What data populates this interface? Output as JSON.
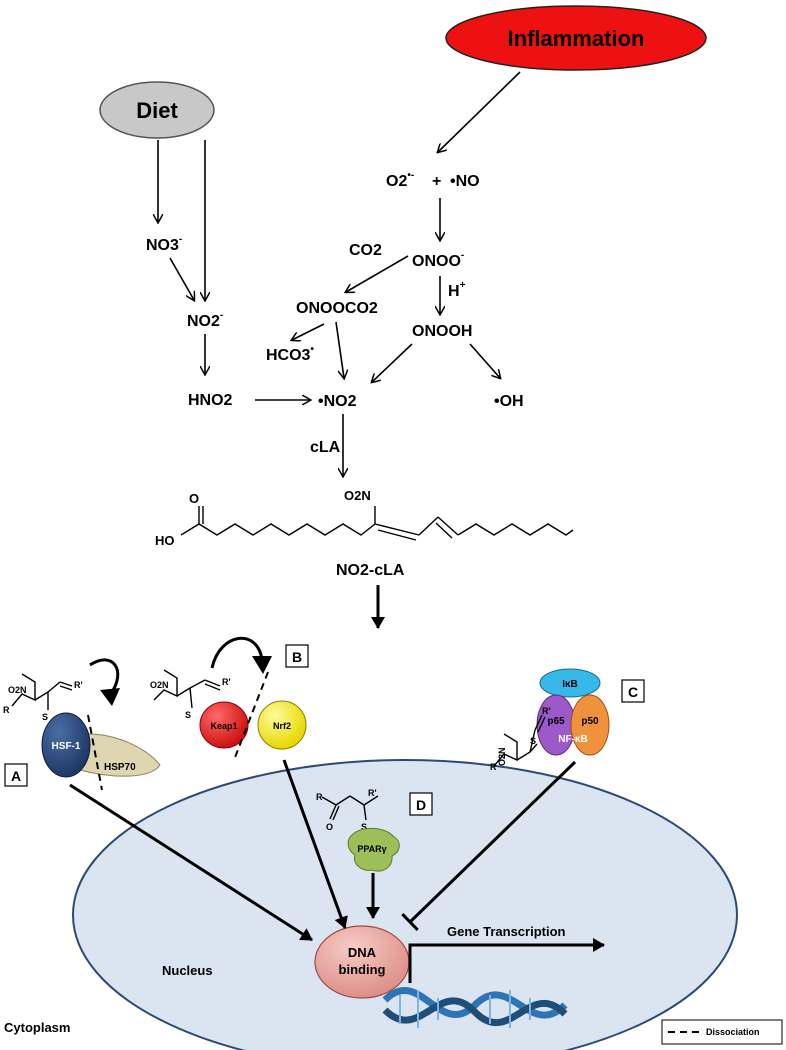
{
  "sources": {
    "diet": "Diet",
    "inflammation": "Inflammation"
  },
  "diet_path": {
    "nitrate": "NO3",
    "nitrite": "NO2",
    "nitrous_acid": "HNO2",
    "nitrate_sup": "-",
    "nitrite_sup": "-"
  },
  "inflammation_path": {
    "superoxide": "O2",
    "superoxide_sup": "•-",
    "plus": "+",
    "nitric_oxide": "•NO",
    "co2": "CO2",
    "peroxynitrite": "ONOO",
    "peroxynitrite_sup": "-",
    "proton": "H",
    "proton_sup": "+",
    "nitrosoperoxycarbonate": "ONOOCO2",
    "peroxynitrous_acid": "ONOOH",
    "bicarbonate": "HCO3",
    "bicarbonate_sup": "•",
    "nitrogen_dioxide": "•NO2",
    "hydroxyl": "•OH"
  },
  "conjugated_linoleic_acid": "cLA",
  "product": {
    "label": "NO2-cLA",
    "nitro_group": "O2N",
    "carboxyl_o": "O",
    "carboxyl_ho": "HO"
  },
  "panels": {
    "a": "A",
    "b": "B",
    "c": "C",
    "d": "D"
  },
  "proteins": {
    "hsf1": "HSF-1",
    "hsp70": "HSP70",
    "keap1": "Keap1",
    "nrf2": "Nrf2",
    "ikb": "IκB",
    "p65": "p65",
    "p50": "p50",
    "nfkb": "NF-κB",
    "ppar": "PPARγ"
  },
  "adduct_atoms": {
    "o2n": "O2N",
    "s": "S",
    "r": "R",
    "r_prime": "R'",
    "o": "O"
  },
  "compartments": {
    "nucleus": "Nucleus",
    "cytoplasm": "Cytoplasm"
  },
  "dna_binding": [
    "DNA",
    "binding"
  ],
  "gene_transcription": "Gene Transcription",
  "legend": {
    "dissociation": "Dissociation"
  },
  "colors": {
    "diet_fill": "#c8c8c8",
    "inflammation_fill": "#ee1111",
    "nucleus_fill": "#dbe5f1",
    "nucleus_stroke": "#2d4a73",
    "hsf1": "#1f3864",
    "hsp70": "#ddd6b0",
    "keap1": "#e51b1b",
    "nrf2": "#f2ea12",
    "ikb": "#38b8e8",
    "p65": "#9b59c9",
    "p50": "#f0923c",
    "ppar": "#9cbf5a",
    "dna_binding": "#e9a09a",
    "dna_helix": "#2e75b6"
  }
}
